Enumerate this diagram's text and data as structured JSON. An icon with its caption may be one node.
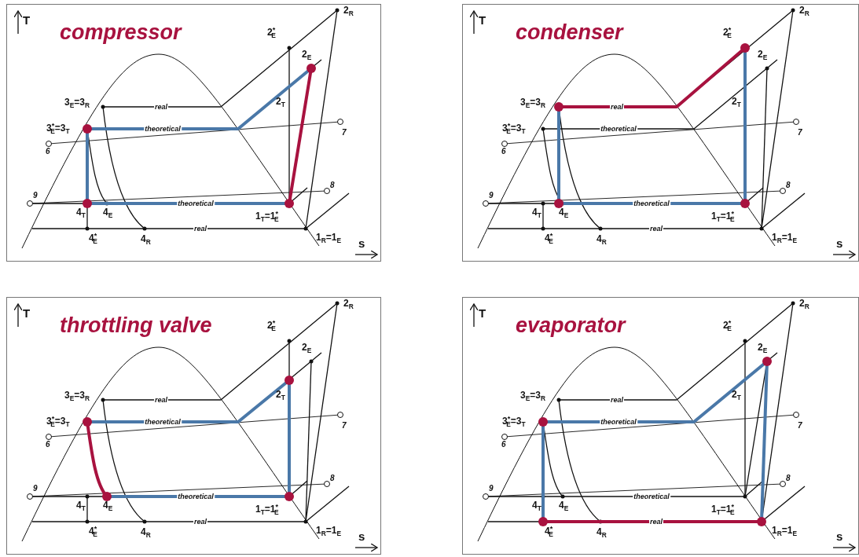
{
  "diagram": {
    "nodes": [
      {
        "text": [
          "compressor"
        ]
      },
      {
        "text": [
          "condenser"
        ]
      },
      {
        "text": [
          "throttling valve"
        ]
      },
      {
        "text": [
          "evaporator"
        ]
      }
    ],
    "labels": [
      "T",
      "2$_{R}$",
      "2$^{*}$$_{E}$",
      "2$_{E}$",
      "3$_{E}$=3$_{R}$",
      "real",
      "2$_{T}$",
      "3$^{*}$$_{E}$=3$_{T}$",
      "theoretical",
      "7",
      "6",
      "9",
      "8",
      "theoretical",
      "4$_{T}$",
      "4$_{E}$",
      "1$_{T}$=1$^{*}$$_{E}$",
      "real",
      "4$^{*}$$_{E}$",
      "4$_{R}$",
      "1$_{R}$=1$_{E}$",
      "s",
      "T",
      "2$_{R}$",
      "2$^{*}$$_{E}$",
      "2$_{E}$",
      "3$_{E}$=3$_{R}$",
      "real",
      "2$_{T}$",
      "3$^{*}$$_{E}$=3$_{T}$",
      "theoretical",
      "7",
      "6",
      "9",
      "8",
      "theoretical",
      "4$_{T}$",
      "4$_{E}$",
      "1$_{T}$=1$^{*}$$_{E}$",
      "real",
      "4$^{*}$$_{E}$",
      "4$_{R}$",
      "1$_{R}$=1$_{E}$",
      "s",
      "T",
      "2$_{R}$",
      "2$^{*}$$_{E}$",
      "2$_{E}$",
      "3$_{E}$=3$_{R}$",
      "real",
      "2$_{T}$",
      "3$^{*}$$_{E}$=3$_{T}$",
      "theoretical",
      "7",
      "6",
      "9",
      "8",
      "theoretical",
      "4$_{T}$",
      "4$_{E}$",
      "1$_{T}$=1$^{*}$$_{E}$",
      "real",
      "4$^{*}$$_{E}$",
      "4$_{R}$",
      "1$_{R}$=1$_{E}$",
      "s",
      "T",
      "2$_{R}$",
      "2$^{*}$$_{E}$",
      "2$_{E}$",
      "3$_{E}$=3$_{R}$",
      "real",
      "2$_{T}$",
      "3$^{*}$$_{E}$=3$_{T}$",
      "theoretical",
      "7",
      "6",
      "9",
      "8",
      "theoretical",
      "4$_{T}$",
      "4$_{E}$",
      "1$_{T}$=1$^{*}$$_{E}$",
      "real",
      "4$^{*}$$_{E}$",
      "4$_{R}$",
      "1$_{R}$=1$_{E}$",
      "s"
    ]
  }
}
